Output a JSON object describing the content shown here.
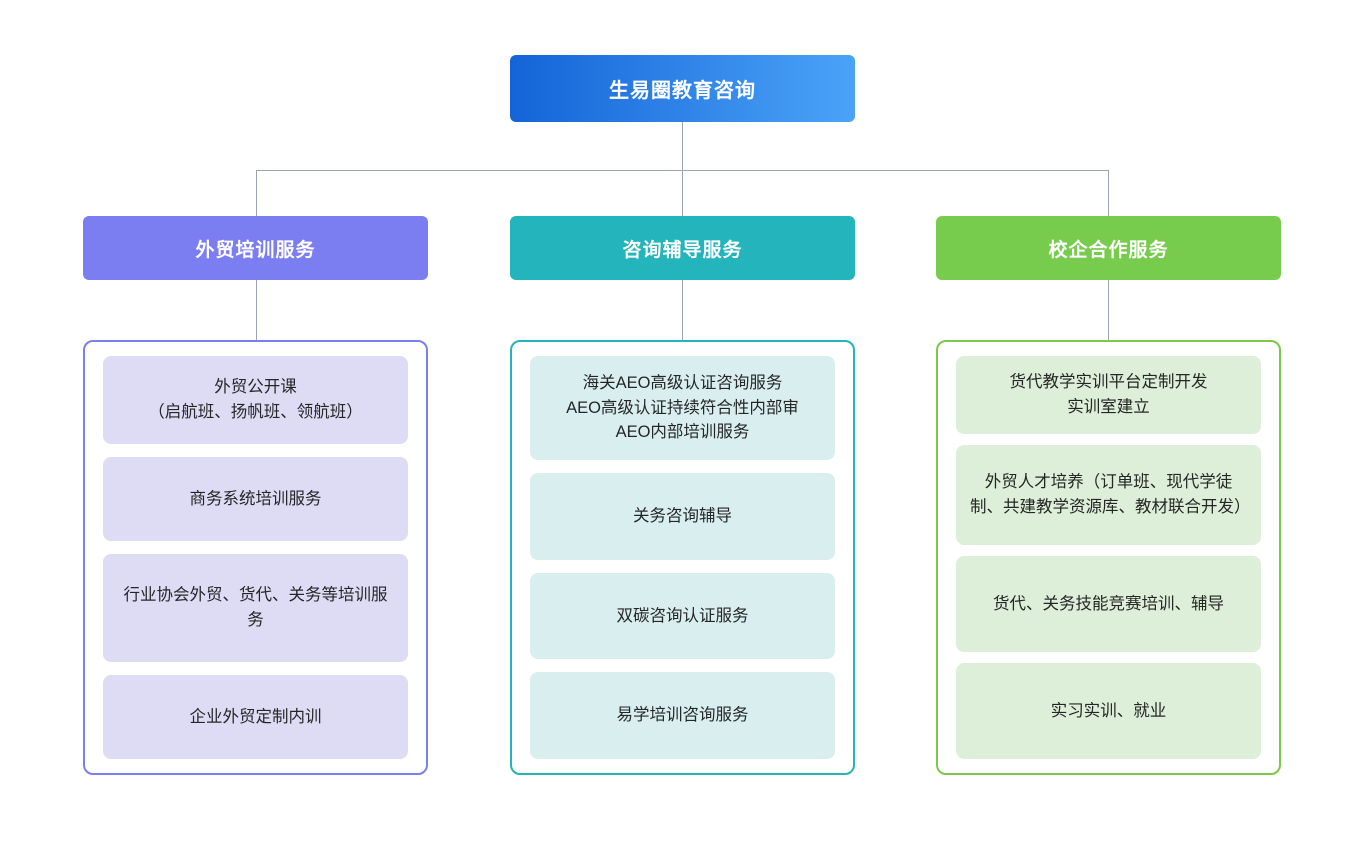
{
  "chart_data": {
    "type": "diagram",
    "diagram_kind": "organizational-tree",
    "title": "生易圈教育咨询",
    "root": {
      "label": "生易圈教育咨询",
      "color_start": "#1464d8",
      "color_end": "#4ba3f7"
    },
    "branches": [
      {
        "label": "外贸培训服务",
        "header_color": "#7b7ef0",
        "border_color": "#7b7ef0",
        "card_color": "#dedcf5",
        "items": [
          "外贸公开课\n（启航班、扬帆班、领航班）",
          "商务系统培训服务",
          "行业协会外贸、货代、关务等培训服务",
          "企业外贸定制内训"
        ]
      },
      {
        "label": "咨询辅导服务",
        "header_color": "#23b4bc",
        "border_color": "#23b4bc",
        "card_color": "#d9efef",
        "items": [
          "海关AEO高级认证咨询服务\nAEO高级认证持续符合性内部审\nAEO内部培训服务",
          "关务咨询辅导",
          "双碳咨询认证服务",
          "易学培训咨询服务"
        ]
      },
      {
        "label": "校企合作服务",
        "header_color": "#78cc4d",
        "border_color": "#7cc84a",
        "card_color": "#ddefd9",
        "items": [
          "货代教学实训平台定制开发\n实训室建立",
          "外贸人才培养（订单班、现代学徒制、共建教学资源库、教材联合开发）",
          "货代、关务技能竞赛培训、辅导",
          "实习实训、就业"
        ]
      }
    ],
    "connector_color": "#9aa5b1",
    "background": "#ffffff"
  }
}
